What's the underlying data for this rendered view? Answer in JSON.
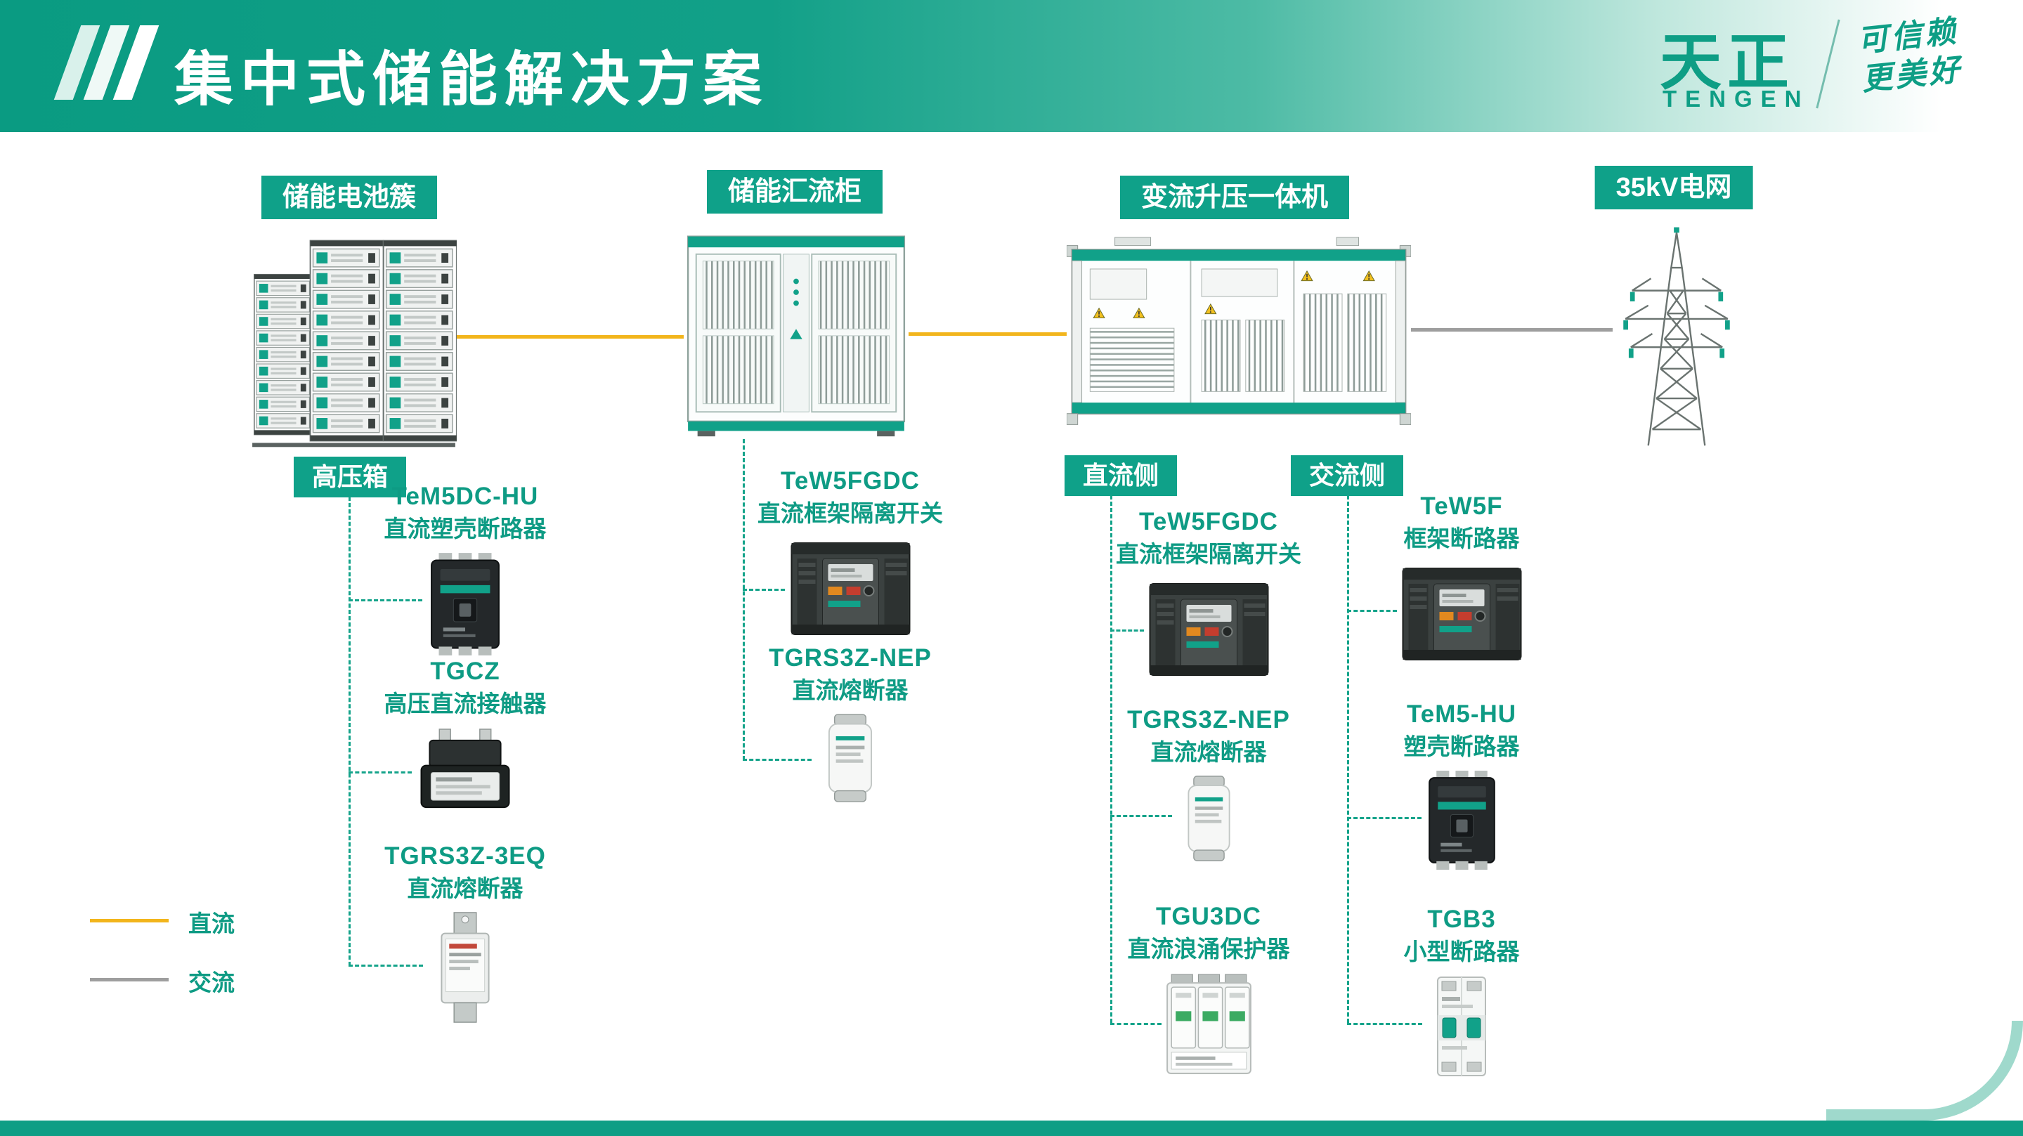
{
  "header": {
    "title": "集中式储能解决方案",
    "brand": {
      "cn": "天正",
      "en": "TENGEN",
      "slogan_line1": "可信赖",
      "slogan_line2": "更美好"
    }
  },
  "stations": {
    "battery": "储能电池簇",
    "combiner": "储能汇流柜",
    "converter": "变流升压一体机",
    "grid": "35kV电网"
  },
  "sub_labels": {
    "hv_box": "高压箱",
    "dc_side": "直流侧",
    "ac_side": "交流侧"
  },
  "products": {
    "battery_branch": [
      {
        "model": "TeM5DC-HU",
        "name": "直流塑壳断路器"
      },
      {
        "model": "TGCZ",
        "name": "高压直流接触器"
      },
      {
        "model": "TGRS3Z-3EQ",
        "name": "直流熔断器"
      }
    ],
    "combiner_branch": [
      {
        "model": "TeW5FGDC",
        "name": "直流框架隔离开关"
      },
      {
        "model": "TGRS3Z-NEP",
        "name": "直流熔断器"
      }
    ],
    "dc_side_branch": [
      {
        "model": "TeW5FGDC",
        "name": "直流框架隔离开关"
      },
      {
        "model": "TGRS3Z-NEP",
        "name": "直流熔断器"
      },
      {
        "model": "TGU3DC",
        "name": "直流浪涌保护器"
      }
    ],
    "ac_side_branch": [
      {
        "model": "TeW5F",
        "name": "框架断路器"
      },
      {
        "model": "TeM5-HU",
        "name": "塑壳断路器"
      },
      {
        "model": "TGB3",
        "name": "小型断路器"
      }
    ]
  },
  "legend": {
    "dc": "直流",
    "ac": "交流"
  },
  "colors": {
    "teal": "#0FA189",
    "dc_yellow": "#F2B51C",
    "ac_gray": "#9E9E9E"
  }
}
